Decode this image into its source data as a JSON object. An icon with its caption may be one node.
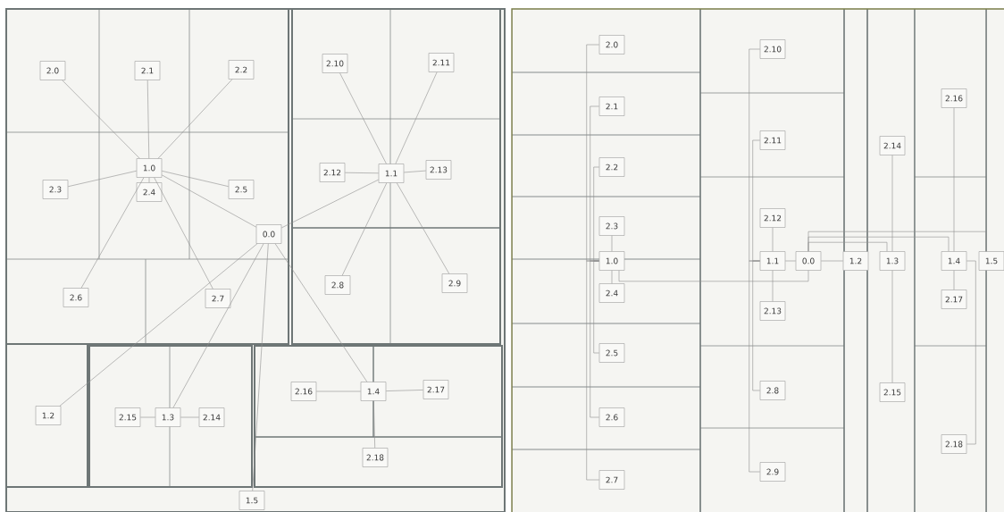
{
  "diagram": {
    "nodes": [
      {
        "text": [
          "0.0"
        ]
      },
      {
        "text": [
          "1.0"
        ]
      },
      {
        "text": [
          "1.1"
        ]
      },
      {
        "text": [
          "1.2"
        ]
      },
      {
        "text": [
          "1.3"
        ]
      },
      {
        "text": [
          "1.4"
        ]
      },
      {
        "text": [
          "1.5"
        ]
      },
      {
        "text": [
          "2.0"
        ]
      },
      {
        "text": [
          "2.1"
        ]
      },
      {
        "text": [
          "2.2"
        ]
      },
      {
        "text": [
          "2.3"
        ]
      },
      {
        "text": [
          "2.4"
        ]
      },
      {
        "text": [
          "2.5"
        ]
      },
      {
        "text": [
          "2.6"
        ]
      },
      {
        "text": [
          "2.7"
        ]
      },
      {
        "text": [
          "2.8"
        ]
      },
      {
        "text": [
          "2.9"
        ]
      },
      {
        "text": [
          "2.10"
        ]
      },
      {
        "text": [
          "2.11"
        ]
      },
      {
        "text": [
          "2.12"
        ]
      },
      {
        "text": [
          "2.13"
        ]
      },
      {
        "text": [
          "2.14"
        ]
      },
      {
        "text": [
          "2.15"
        ]
      },
      {
        "text": [
          "2.16"
        ]
      },
      {
        "text": [
          "2.17"
        ]
      },
      {
        "text": [
          "2.18"
        ]
      },
      {
        "text": [
          "0.0"
        ]
      },
      {
        "text": [
          "1.0"
        ]
      },
      {
        "text": [
          "1.1"
        ]
      },
      {
        "text": [
          "1.2"
        ]
      },
      {
        "text": [
          "1.3"
        ]
      },
      {
        "text": [
          "1.4"
        ]
      },
      {
        "text": [
          "1.5"
        ]
      },
      {
        "text": [
          "2.0"
        ]
      },
      {
        "text": [
          "2.1"
        ]
      },
      {
        "text": [
          "2.2"
        ]
      },
      {
        "text": [
          "2.3"
        ]
      },
      {
        "text": [
          "2.4"
        ]
      },
      {
        "text": [
          "2.5"
        ]
      },
      {
        "text": [
          "2.6"
        ]
      },
      {
        "text": [
          "2.7"
        ]
      },
      {
        "text": [
          "2.8"
        ]
      },
      {
        "text": [
          "2.9"
        ]
      },
      {
        "text": [
          "2.10"
        ]
      },
      {
        "text": [
          "2.11"
        ]
      },
      {
        "text": [
          "2.12"
        ]
      },
      {
        "text": [
          "2.13"
        ]
      },
      {
        "text": [
          "2.14"
        ]
      },
      {
        "text": [
          "2.15"
        ]
      },
      {
        "text": [
          "2.16"
        ]
      },
      {
        "text": [
          "2.17"
        ]
      },
      {
        "text": [
          "2.18"
        ]
      }
    ],
    "edges": [
      {
        "from": 0,
        "to": 1,
        "arrow": "none"
      },
      {
        "from": 0,
        "to": 2,
        "arrow": "none"
      },
      {
        "from": 0,
        "to": 3,
        "arrow": "none"
      },
      {
        "from": 0,
        "to": 4,
        "arrow": "none"
      },
      {
        "from": 0,
        "to": 5,
        "arrow": "none"
      },
      {
        "from": 0,
        "to": 6,
        "arrow": "none"
      },
      {
        "from": 1,
        "to": 7,
        "arrow": "none"
      },
      {
        "from": 1,
        "to": 8,
        "arrow": "none"
      },
      {
        "from": 1,
        "to": 9,
        "arrow": "none"
      },
      {
        "from": 1,
        "to": 10,
        "arrow": "none"
      },
      {
        "from": 1,
        "to": 11,
        "arrow": "none"
      },
      {
        "from": 1,
        "to": 12,
        "arrow": "none"
      },
      {
        "from": 1,
        "to": 13,
        "arrow": "none"
      },
      {
        "from": 1,
        "to": 14,
        "arrow": "none"
      },
      {
        "from": 2,
        "to": 15,
        "arrow": "none"
      },
      {
        "from": 2,
        "to": 16,
        "arrow": "none"
      },
      {
        "from": 2,
        "to": 17,
        "arrow": "none"
      },
      {
        "from": 2,
        "to": 18,
        "arrow": "none"
      },
      {
        "from": 2,
        "to": 19,
        "arrow": "none"
      },
      {
        "from": 2,
        "to": 20,
        "arrow": "none"
      },
      {
        "from": 4,
        "to": 21,
        "arrow": "none"
      },
      {
        "from": 4,
        "to": 22,
        "arrow": "none"
      },
      {
        "from": 5,
        "to": 23,
        "arrow": "none"
      },
      {
        "from": 5,
        "to": 24,
        "arrow": "none"
      },
      {
        "from": 5,
        "to": 25,
        "arrow": "none"
      },
      {
        "from": 26,
        "to": 27,
        "arrow": "none"
      },
      {
        "from": 26,
        "to": 28,
        "arrow": "none"
      },
      {
        "from": 26,
        "to": 29,
        "arrow": "none"
      },
      {
        "from": 26,
        "to": 30,
        "arrow": "none"
      },
      {
        "from": 26,
        "to": 31,
        "arrow": "none"
      },
      {
        "from": 26,
        "to": 32,
        "arrow": "none"
      },
      {
        "from": 27,
        "to": 33,
        "arrow": "none"
      },
      {
        "from": 27,
        "to": 34,
        "arrow": "none"
      },
      {
        "from": 27,
        "to": 35,
        "arrow": "none"
      },
      {
        "from": 27,
        "to": 36,
        "arrow": "none"
      },
      {
        "from": 27,
        "to": 37,
        "arrow": "none"
      },
      {
        "from": 27,
        "to": 38,
        "arrow": "none"
      },
      {
        "from": 27,
        "to": 39,
        "arrow": "none"
      },
      {
        "from": 27,
        "to": 40,
        "arrow": "none"
      },
      {
        "from": 28,
        "to": 41,
        "arrow": "none"
      },
      {
        "from": 28,
        "to": 42,
        "arrow": "none"
      },
      {
        "from": 28,
        "to": 43,
        "arrow": "none"
      },
      {
        "from": 28,
        "to": 44,
        "arrow": "none"
      },
      {
        "from": 28,
        "to": 45,
        "arrow": "none"
      },
      {
        "from": 28,
        "to": 46,
        "arrow": "none"
      },
      {
        "from": 30,
        "to": 47,
        "arrow": "none"
      },
      {
        "from": 30,
        "to": 48,
        "arrow": "none"
      },
      {
        "from": 31,
        "to": 49,
        "arrow": "none"
      },
      {
        "from": 31,
        "to": 50,
        "arrow": "none"
      },
      {
        "from": 31,
        "to": 51,
        "arrow": "none"
      }
    ]
  }
}
